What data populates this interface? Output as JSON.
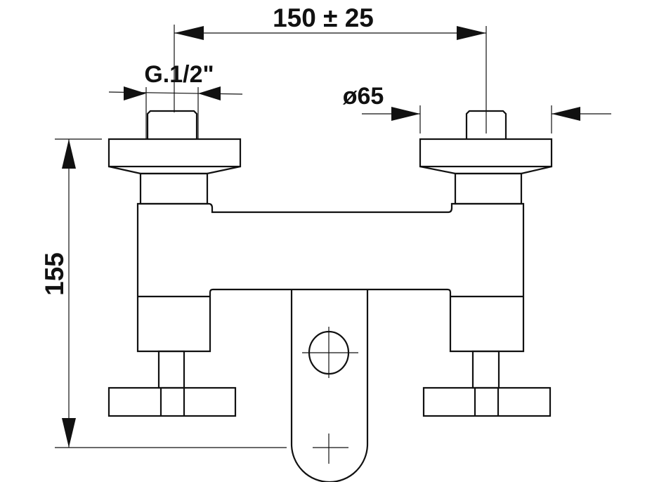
{
  "drawing": {
    "dimensions": {
      "center_distance": "150 ± 25",
      "thread": "G.1/2\"",
      "flange_diameter": "ø65",
      "height": "155"
    },
    "line_color": "#111111",
    "background": "#ffffff"
  }
}
